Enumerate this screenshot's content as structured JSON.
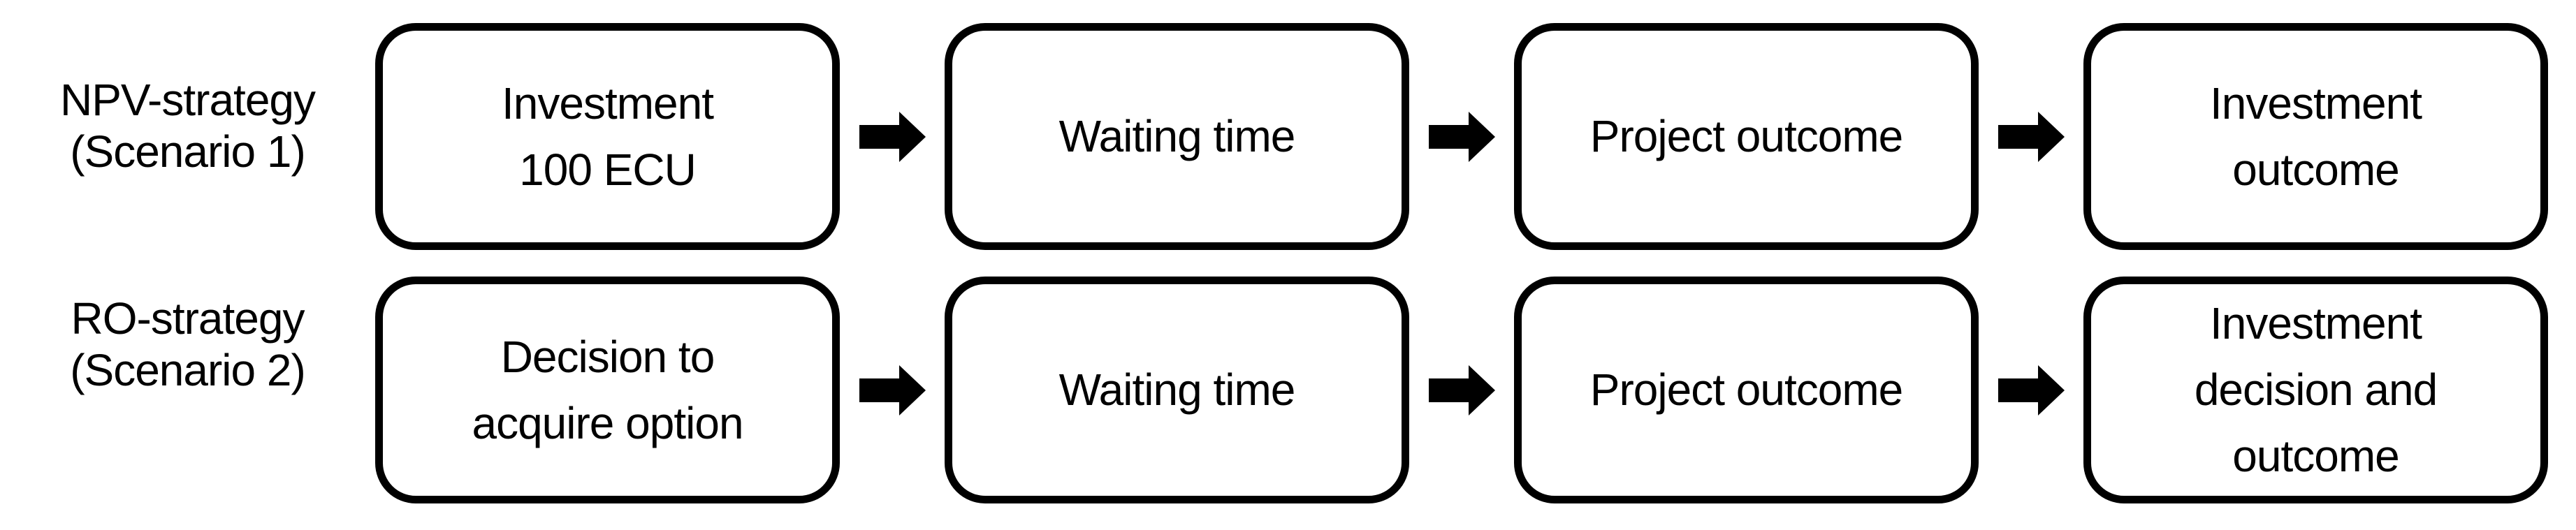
{
  "diagram": {
    "rows": [
      {
        "label": "NPV-strategy\n(Scenario 1)",
        "boxes": [
          "Investment\n100 ECU",
          "Waiting time",
          "Project outcome",
          "Investment\noutcome"
        ]
      },
      {
        "label": "RO-strategy\n(Scenario 2)",
        "boxes": [
          "Decision to\nacquire option",
          "Waiting time",
          "Project outcome",
          "Investment\ndecision and\noutcome"
        ]
      }
    ],
    "icons": {
      "flow_arrow": "right-block-arrow"
    },
    "colors": {
      "foreground": "#000000",
      "background": "#ffffff"
    }
  }
}
